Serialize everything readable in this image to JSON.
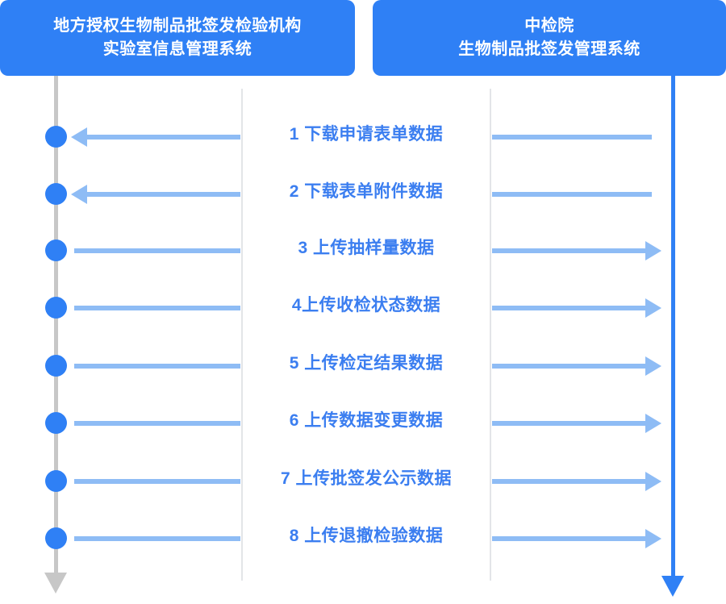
{
  "diagram": {
    "title_colors": {
      "header_bg": "#2f80f5",
      "header_text": "#ffffff",
      "label_text": "#3b7ef0",
      "arrow": "#8ebcf5",
      "node": "#2f80f5",
      "left_lane": "#c7c7c7",
      "right_lane": "#2f80f5",
      "divider": "#e3e5e8"
    },
    "headers": {
      "left": {
        "line1": "地方授权生物制品批签发检验机构",
        "line2": "实验室信息管理系统"
      },
      "right": {
        "line1": "中检院",
        "line2": "生物制品批签发管理系统"
      }
    },
    "steps": [
      {
        "index": "1",
        "label": "1 下载申请表单数据",
        "direction": "left"
      },
      {
        "index": "2",
        "label": "2 下载表单附件数据",
        "direction": "left"
      },
      {
        "index": "3",
        "label": "3 上传抽样量数据",
        "direction": "right"
      },
      {
        "index": "4",
        "label": "4上传收检状态数据",
        "direction": "right"
      },
      {
        "index": "5",
        "label": "5 上传检定结果数据",
        "direction": "right"
      },
      {
        "index": "6",
        "label": "6 上传数据变更数据",
        "direction": "right"
      },
      {
        "index": "7",
        "label": "7 上传批签发公示数据",
        "direction": "right"
      },
      {
        "index": "8",
        "label": "8 上传退撤检验数据",
        "direction": "right"
      }
    ]
  }
}
